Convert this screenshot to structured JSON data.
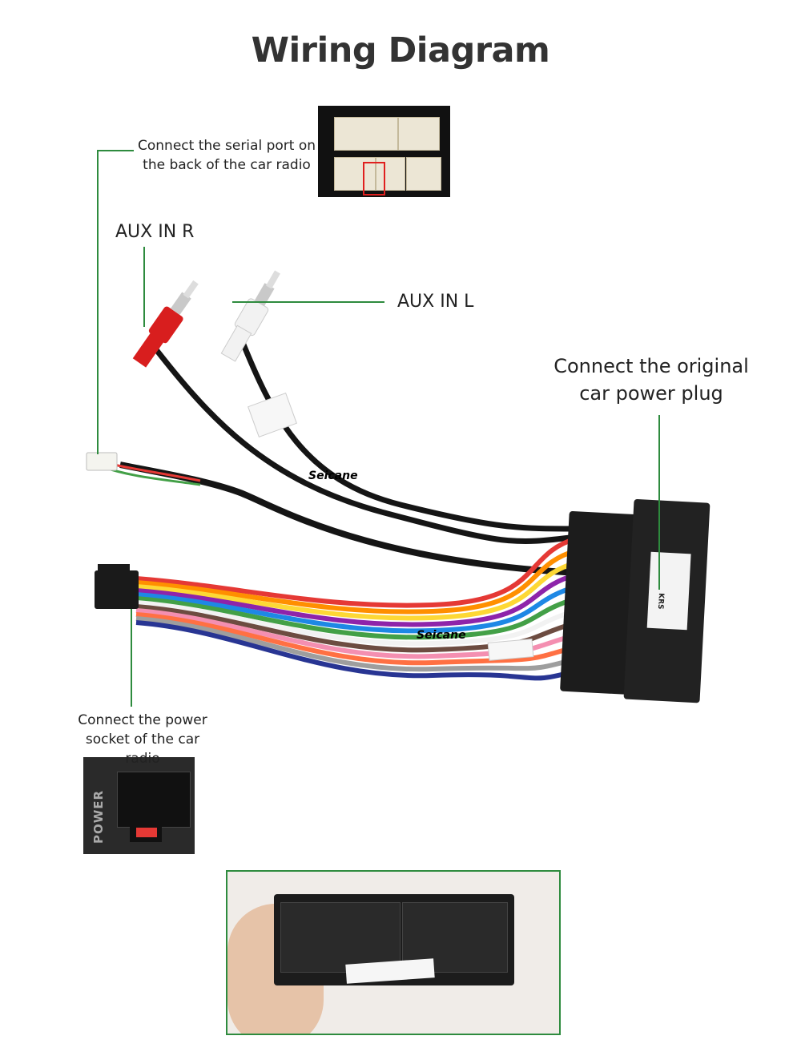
{
  "title": "Wiring Diagram",
  "labels": {
    "serial_port_line1": "Connect the serial port on",
    "serial_port_line2": "the back of the car radio",
    "aux_in_r": "AUX IN R",
    "aux_in_l": "AUX IN L",
    "original_plug_line1": "Connect the original",
    "original_plug_line2": "car power plug",
    "power_socket_line1": "Connect the power",
    "power_socket_line2": "socket of the car radio"
  },
  "connector_text": {
    "power_port_label": "POWER",
    "harness_tag_brand": "KRS",
    "watermark": "Seicane"
  },
  "colors": {
    "title": "#333333",
    "callout_line": "#2e8b3e",
    "frame_border": "#2e8b3e",
    "connector_body": "#1a1a1a",
    "rca_red": "#d81e1e",
    "rca_white": "#f2f2f2"
  },
  "wire_colors": [
    "#e53935",
    "#ff8f00",
    "#fdd835",
    "#8e24aa",
    "#1e88e5",
    "#43a047",
    "#ffffff",
    "#6d4c41",
    "#f48fb1",
    "#ff7043",
    "#9e9e9e",
    "#283593"
  ]
}
